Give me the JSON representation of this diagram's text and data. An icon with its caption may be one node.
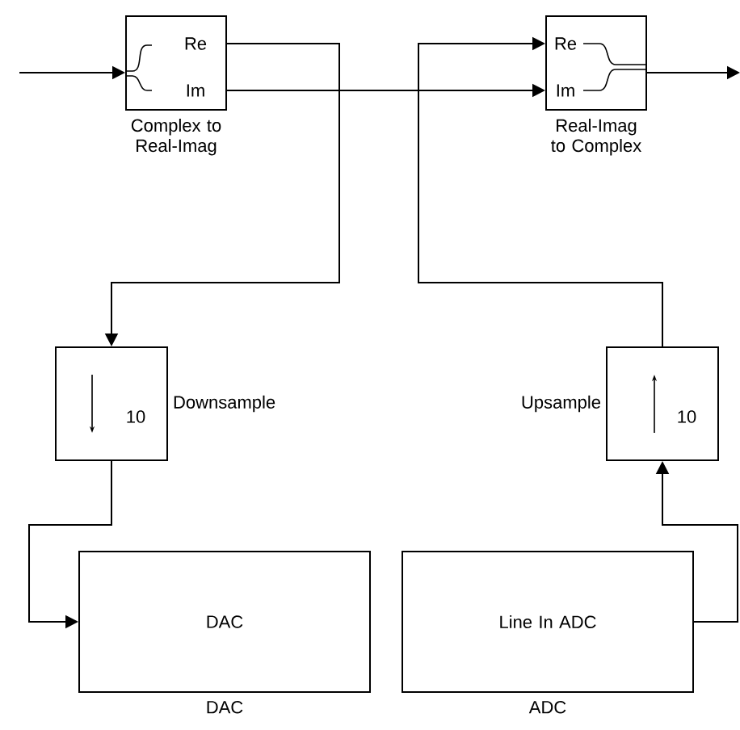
{
  "diagram": {
    "nodes": [
      {
        "text": [
          "Re",
          "Im"
        ],
        "beside": [
          "Complex to Real-Imag"
        ]
      },
      {
        "text": [
          "Re",
          "Im"
        ],
        "beside": [
          "Real-Imag to Complex"
        ]
      },
      {
        "text": [
          "10"
        ],
        "beside": [
          "Downsample"
        ]
      },
      {
        "text": [
          "10"
        ],
        "beside": [
          "Upsample"
        ]
      },
      {
        "text": [
          "DAC"
        ],
        "beside": [
          "DAC"
        ]
      },
      {
        "text": [
          "Line In ADC"
        ],
        "beside": [
          "ADC"
        ]
      }
    ],
    "edges": [
      {
        "from": null,
        "to": 0,
        "arrow": "to"
      },
      {
        "from": 1,
        "to": null,
        "arrow": "to"
      },
      {
        "from": 0,
        "to": 2,
        "arrow": "to"
      },
      {
        "from": 0,
        "to": 1,
        "arrow": "to"
      },
      {
        "from": 3,
        "to": 1,
        "arrow": "to"
      },
      {
        "from": 2,
        "to": 4,
        "arrow": "to"
      },
      {
        "from": 5,
        "to": 3,
        "arrow": "to"
      }
    ]
  }
}
